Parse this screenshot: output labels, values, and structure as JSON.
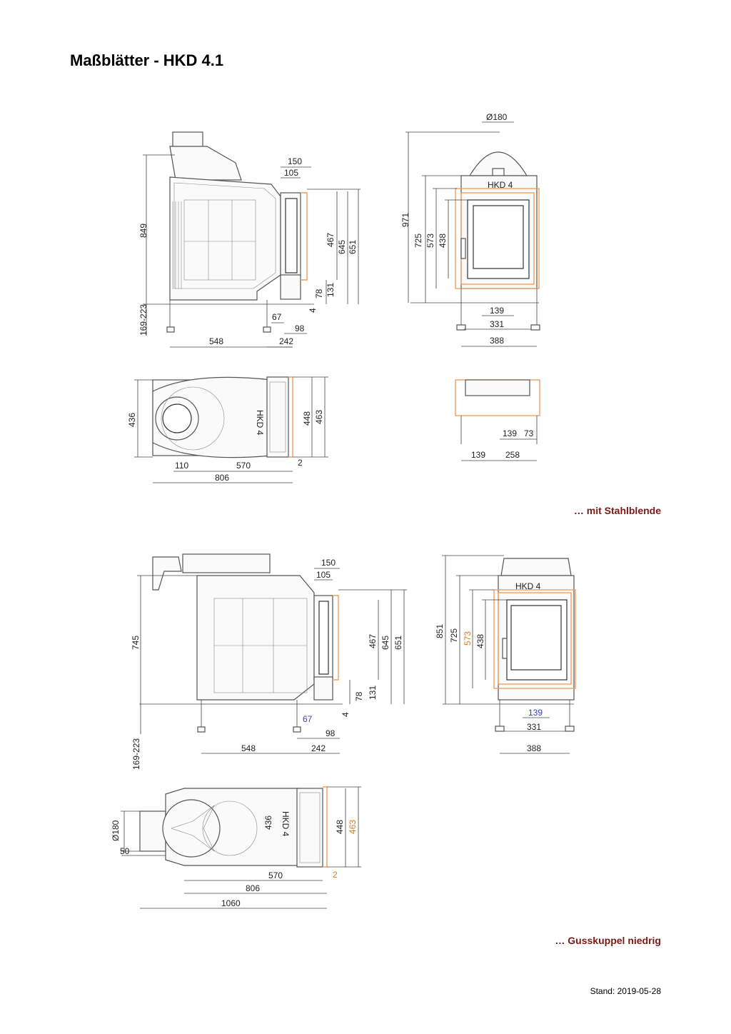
{
  "page": {
    "title": "Maßblätter - HKD 4.1",
    "caption_1": "… mit Stahlblende",
    "caption_2": "… Gusskuppel niedrig",
    "stand": "Stand: 2019-05-28"
  },
  "labels": {
    "s1_side": {
      "w150": "150",
      "w105": "105",
      "h849": "849",
      "h467": "467",
      "h645": "645",
      "h651": "651",
      "h131": "131",
      "h78": "78",
      "h4": "4",
      "w67": "67",
      "w98": "98",
      "f169": "169-223",
      "w548": "548",
      "w242": "242"
    },
    "s1_front": {
      "d180": "Ø180",
      "h971": "971",
      "h725": "725",
      "h573": "573",
      "h438": "438",
      "w139": "139",
      "w331": "331",
      "w388": "388",
      "brand": "HKD 4"
    },
    "s1_top": {
      "h436": "436",
      "h448": "448",
      "h463": "463",
      "w110": "110",
      "w570": "570",
      "w2": "2",
      "w806": "806",
      "brand": "HKD 4"
    },
    "s1_detail": {
      "w139a": "139",
      "w73": "73",
      "w139b": "139",
      "w258": "258"
    },
    "s2_side": {
      "w150": "150",
      "w105": "105",
      "h745": "745",
      "h467": "467",
      "h645": "645",
      "h651": "651",
      "h131": "131",
      "h78": "78",
      "h4": "4",
      "w67": "67",
      "w98": "98",
      "f169": "169-223",
      "w548": "548",
      "w242": "242"
    },
    "s2_front": {
      "h851": "851",
      "h725": "725",
      "h573": "573",
      "h438": "438",
      "w139": "139",
      "w331": "331",
      "w388": "388",
      "brand": "HKD 4"
    },
    "s2_top": {
      "d180": "Ø180",
      "w50": "50",
      "h436": "436",
      "h448": "448",
      "h463": "463",
      "w570": "570",
      "w2": "2",
      "w806": "806",
      "w1060": "1060",
      "brand": "HKD 4"
    }
  },
  "colors": {
    "caption": "#7a1a14",
    "highlight_orange": "#e07a1f",
    "highlight_blue": "#3340c8"
  }
}
